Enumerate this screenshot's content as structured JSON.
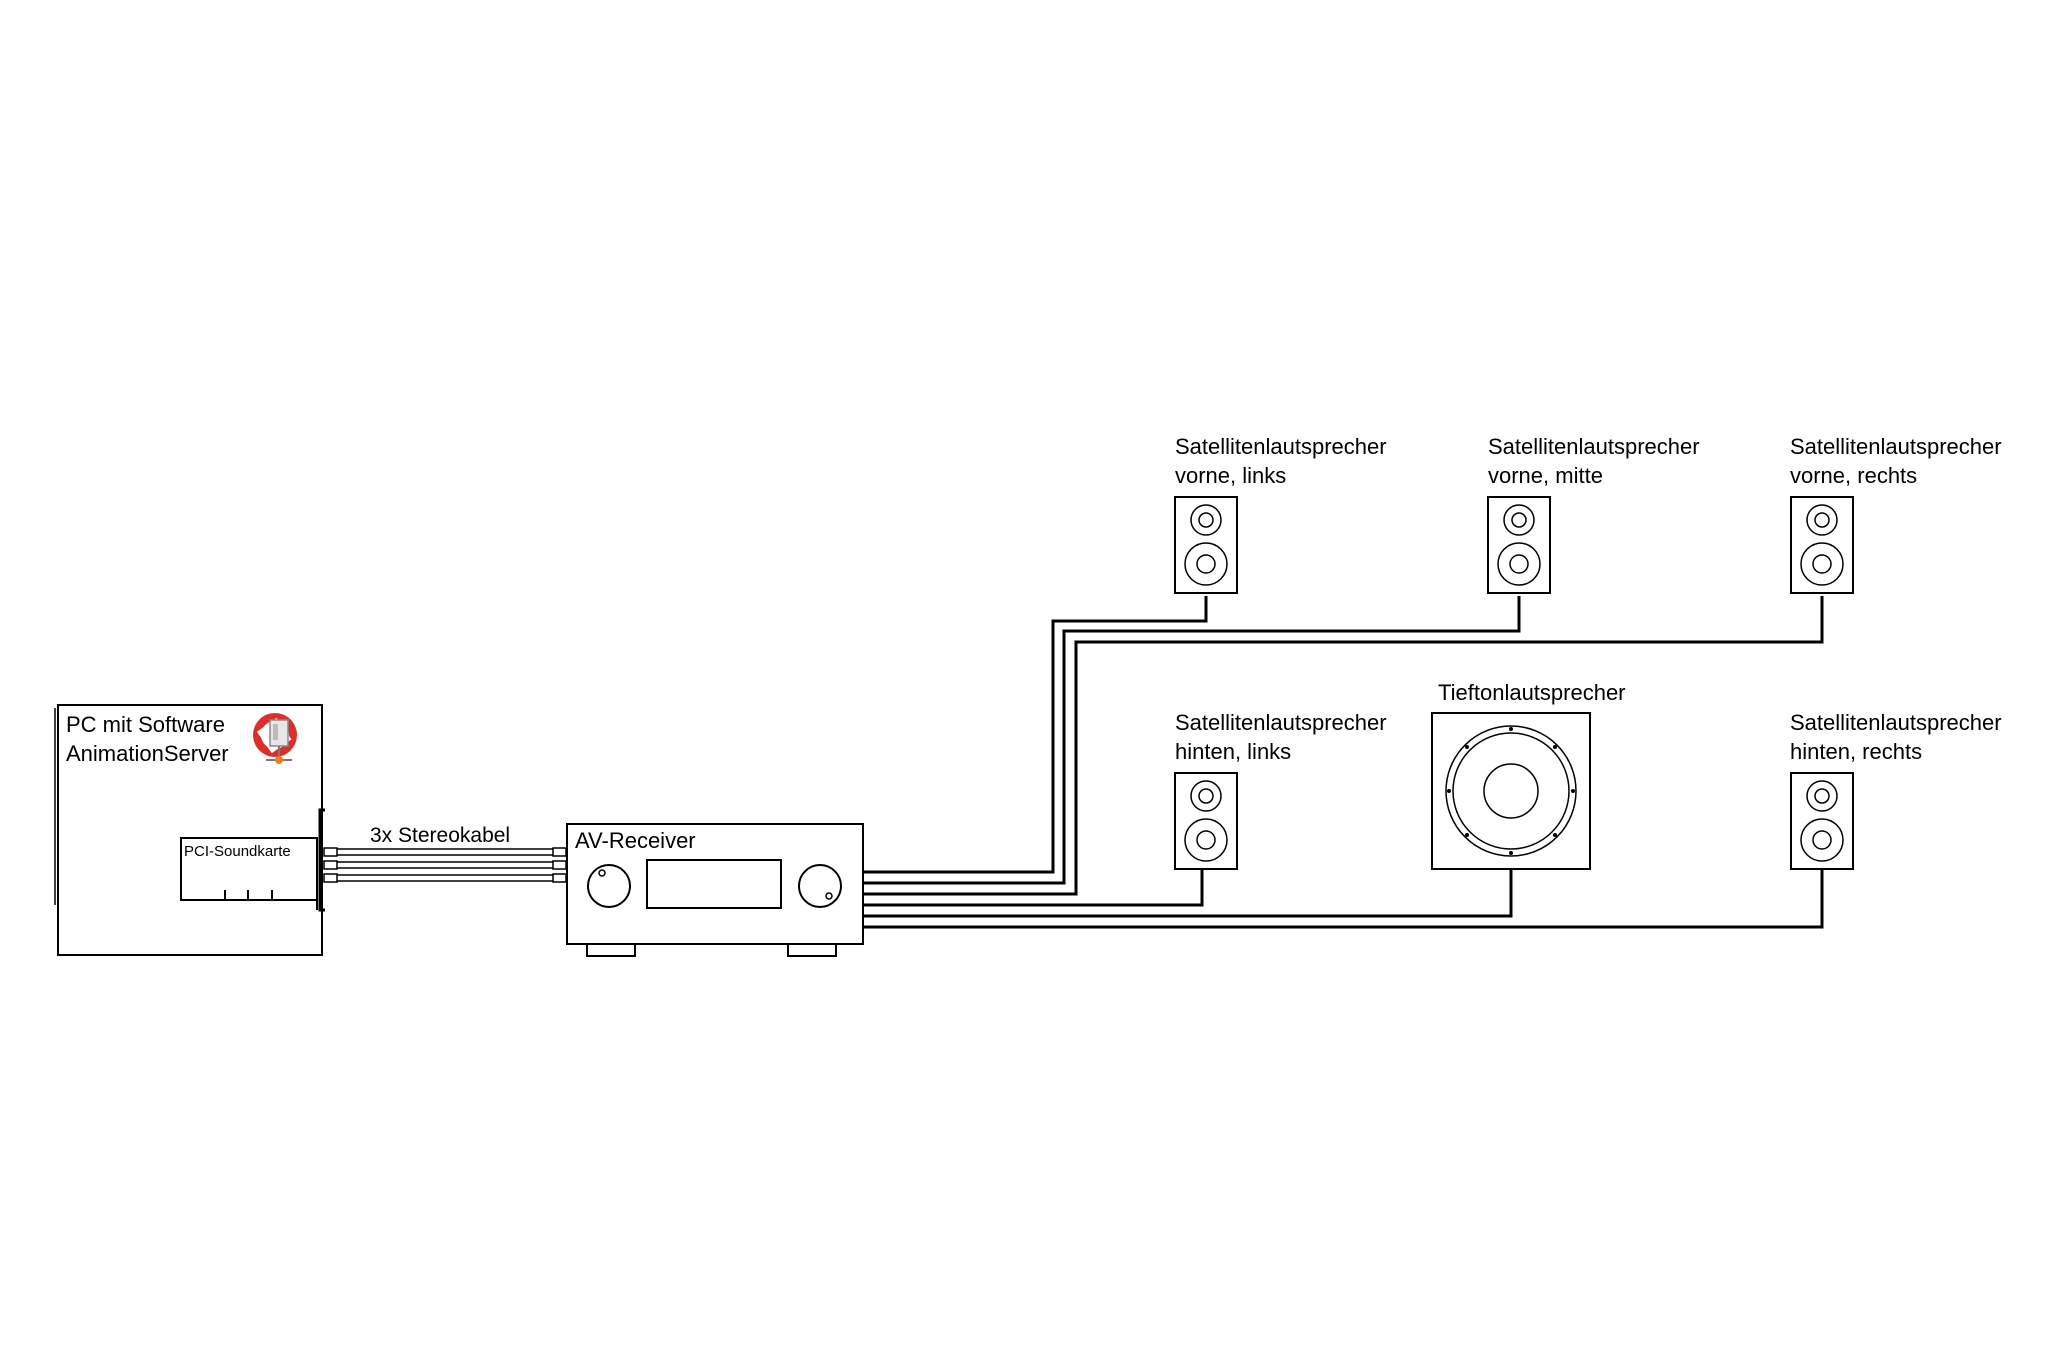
{
  "pc": {
    "title_line1": "PC mit Software",
    "title_line2": "AnimationServer",
    "soundcard_label": "PCI-Soundkarte",
    "logo_icon": "animationserver-logo-icon"
  },
  "cable_label": "3x Stereokabel",
  "receiver": {
    "label": "AV-Receiver"
  },
  "speakers": {
    "front_left": {
      "line1": "Satellitenlautsprecher",
      "line2": "vorne, links"
    },
    "front_center": {
      "line1": "Satellitenlautsprecher",
      "line2": "vorne, mitte"
    },
    "front_right": {
      "line1": "Satellitenlautsprecher",
      "line2": "vorne, rechts"
    },
    "rear_left": {
      "line1": "Satellitenlautsprecher",
      "line2": "hinten, links"
    },
    "subwoofer": {
      "line1": "Tieftonlautsprecher"
    },
    "rear_right": {
      "line1": "Satellitenlautsprecher",
      "line2": "hinten, rechts"
    }
  },
  "colors": {
    "logo_red": "#d9302a",
    "logo_orange": "#f07b1f",
    "line": "#000000"
  }
}
